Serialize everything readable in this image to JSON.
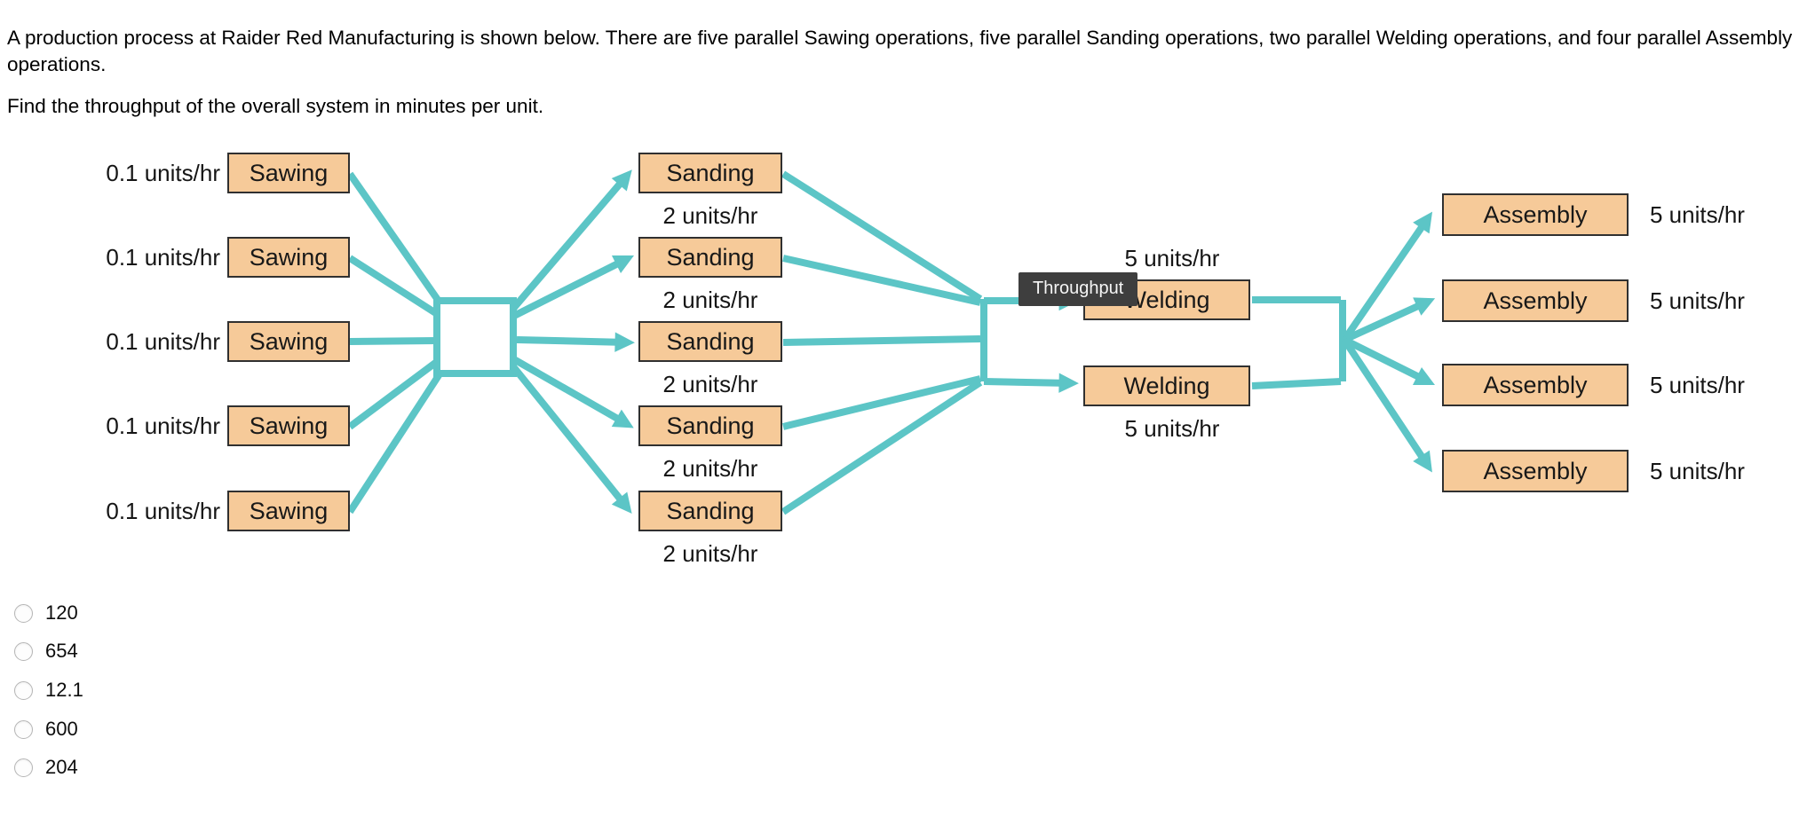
{
  "question": {
    "paragraph": "A production process at Raider Red Manufacturing is shown below. There are five parallel Sawing operations, five parallel Sanding operations, two parallel Welding operations, and four parallel Assembly operations.",
    "prompt": "Find the throughput of the overall system in minutes per unit."
  },
  "diagram": {
    "tooltip": "Throughput",
    "colors": {
      "arrow": "#5CC5C6",
      "box_fill": "#F6CA99",
      "box_border": "#303030",
      "tooltip_bg": "#3E3E3E"
    },
    "sawing": {
      "rows": [
        {
          "rate": "0.1 units/hr",
          "label": "Sawing"
        },
        {
          "rate": "0.1 units/hr",
          "label": "Sawing"
        },
        {
          "rate": "0.1 units/hr",
          "label": "Sawing"
        },
        {
          "rate": "0.1 units/hr",
          "label": "Sawing"
        },
        {
          "rate": "0.1 units/hr",
          "label": "Sawing"
        }
      ]
    },
    "sanding": {
      "rows": [
        {
          "label": "Sanding",
          "rate": "2 units/hr"
        },
        {
          "label": "Sanding",
          "rate": "2 units/hr"
        },
        {
          "label": "Sanding",
          "rate": "2 units/hr"
        },
        {
          "label": "Sanding",
          "rate": "2 units/hr"
        },
        {
          "label": "Sanding",
          "rate": "2 units/hr"
        }
      ]
    },
    "welding": {
      "rows": [
        {
          "label": "Welding",
          "rate": "5 units/hr"
        },
        {
          "label": "Welding",
          "rate": "5 units/hr"
        }
      ]
    },
    "assembly": {
      "rows": [
        {
          "label": "Assembly",
          "rate": "5 units/hr"
        },
        {
          "label": "Assembly",
          "rate": "5 units/hr"
        },
        {
          "label": "Assembly",
          "rate": "5 units/hr"
        },
        {
          "label": "Assembly",
          "rate": "5 units/hr"
        }
      ]
    }
  },
  "options": [
    "120",
    "654",
    "12.1",
    "600",
    "204"
  ]
}
